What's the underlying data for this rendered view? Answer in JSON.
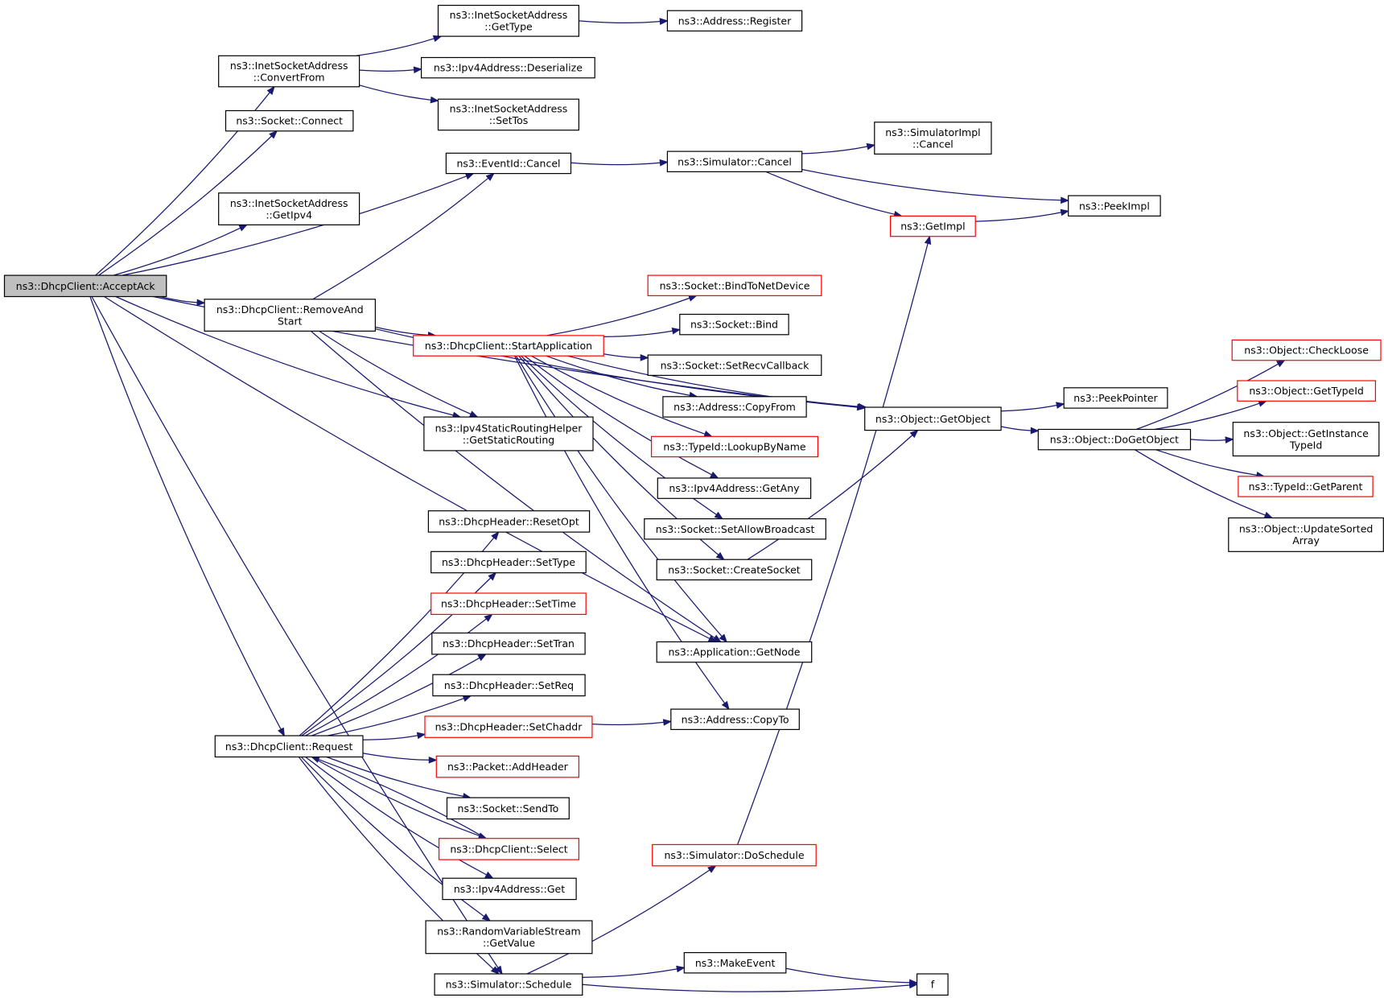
{
  "colors": {
    "edge": "#191970",
    "normal_border": "#000000",
    "truncated_border": "#ff0000",
    "root_fill": "#bfbfbf",
    "node_fill": "#ffffff"
  },
  "nodes": {
    "accept_ack": {
      "lines": [
        "ns3::DhcpClient::AcceptAck"
      ],
      "style": "root"
    },
    "inet_convertfrom": {
      "lines": [
        "ns3::InetSocketAddress",
        "::ConvertFrom"
      ],
      "style": "normal"
    },
    "inet_gettype": {
      "lines": [
        "ns3::InetSocketAddress",
        "::GetType"
      ],
      "style": "normal"
    },
    "addr_register": {
      "lines": [
        "ns3::Address::Register"
      ],
      "style": "normal"
    },
    "ipv4_deserialize": {
      "lines": [
        "ns3::Ipv4Address::Deserialize"
      ],
      "style": "normal"
    },
    "inet_settos": {
      "lines": [
        "ns3::InetSocketAddress",
        "::SetTos"
      ],
      "style": "normal"
    },
    "socket_connect": {
      "lines": [
        "ns3::Socket::Connect"
      ],
      "style": "normal"
    },
    "simimpl_cancel": {
      "lines": [
        "ns3::SimulatorImpl",
        "::Cancel"
      ],
      "style": "normal"
    },
    "eventid_cancel": {
      "lines": [
        "ns3::EventId::Cancel"
      ],
      "style": "normal"
    },
    "sim_cancel": {
      "lines": [
        "ns3::Simulator::Cancel"
      ],
      "style": "normal"
    },
    "inet_getipv4": {
      "lines": [
        "ns3::InetSocketAddress",
        "::GetIpv4"
      ],
      "style": "normal"
    },
    "peekimpl": {
      "lines": [
        "ns3::PeekImpl"
      ],
      "style": "normal"
    },
    "getimpl": {
      "lines": [
        "ns3::GetImpl"
      ],
      "style": "truncated"
    },
    "removeandstart": {
      "lines": [
        "ns3::DhcpClient::RemoveAnd",
        "Start"
      ],
      "style": "normal"
    },
    "bindtonetdevice": {
      "lines": [
        "ns3::Socket::BindToNetDevice"
      ],
      "style": "truncated"
    },
    "socket_bind": {
      "lines": [
        "ns3::Socket::Bind"
      ],
      "style": "normal"
    },
    "startapplication": {
      "lines": [
        "ns3::DhcpClient::StartApplication"
      ],
      "style": "truncated"
    },
    "setrecvcallback": {
      "lines": [
        "ns3::Socket::SetRecvCallback"
      ],
      "style": "normal"
    },
    "addr_copyfrom": {
      "lines": [
        "ns3::Address::CopyFrom"
      ],
      "style": "normal"
    },
    "typeid_lookup": {
      "lines": [
        "ns3::TypeId::LookupByName"
      ],
      "style": "truncated"
    },
    "getstaticrouting": {
      "lines": [
        "ns3::Ipv4StaticRoutingHelper",
        "::GetStaticRouting"
      ],
      "style": "normal"
    },
    "ipv4_getany": {
      "lines": [
        "ns3::Ipv4Address::GetAny"
      ],
      "style": "normal"
    },
    "setallowbroadcast": {
      "lines": [
        "ns3::Socket::SetAllowBroadcast"
      ],
      "style": "normal"
    },
    "createsocket": {
      "lines": [
        "ns3::Socket::CreateSocket"
      ],
      "style": "normal"
    },
    "app_getnode": {
      "lines": [
        "ns3::Application::GetNode"
      ],
      "style": "normal"
    },
    "addr_copyto": {
      "lines": [
        "ns3::Address::CopyTo"
      ],
      "style": "normal"
    },
    "obj_getobject": {
      "lines": [
        "ns3::Object::GetObject"
      ],
      "style": "normal"
    },
    "peekpointer": {
      "lines": [
        "ns3::PeekPointer"
      ],
      "style": "normal"
    },
    "dogetobject": {
      "lines": [
        "ns3::Object::DoGetObject"
      ],
      "style": "normal"
    },
    "checkloose": {
      "lines": [
        "ns3::Object::CheckLoose"
      ],
      "style": "truncated"
    },
    "obj_gettypeid": {
      "lines": [
        "ns3::Object::GetTypeId"
      ],
      "style": "truncated"
    },
    "getinstancetypeid": {
      "lines": [
        "ns3::Object::GetInstance",
        "TypeId"
      ],
      "style": "normal"
    },
    "typeid_getparent": {
      "lines": [
        "ns3::TypeId::GetParent"
      ],
      "style": "truncated"
    },
    "updatesortedarray": {
      "lines": [
        "ns3::Object::UpdateSorted",
        "Array"
      ],
      "style": "normal"
    },
    "resetopt": {
      "lines": [
        "ns3::DhcpHeader::ResetOpt"
      ],
      "style": "normal"
    },
    "settype": {
      "lines": [
        "ns3::DhcpHeader::SetType"
      ],
      "style": "normal"
    },
    "settime": {
      "lines": [
        "ns3::DhcpHeader::SetTime"
      ],
      "style": "truncated"
    },
    "settran": {
      "lines": [
        "ns3::DhcpHeader::SetTran"
      ],
      "style": "normal"
    },
    "setreq": {
      "lines": [
        "ns3::DhcpHeader::SetReq"
      ],
      "style": "normal"
    },
    "setchaddr": {
      "lines": [
        "ns3::DhcpHeader::SetChaddr"
      ],
      "style": "truncated"
    },
    "request": {
      "lines": [
        "ns3::DhcpClient::Request"
      ],
      "style": "normal"
    },
    "addheader": {
      "lines": [
        "ns3::Packet::AddHeader"
      ],
      "style": "truncated"
    },
    "sendto": {
      "lines": [
        "ns3::Socket::SendTo"
      ],
      "style": "normal"
    },
    "select": {
      "lines": [
        "ns3::DhcpClient::Select"
      ],
      "style": "truncated"
    },
    "ipv4_get": {
      "lines": [
        "ns3::Ipv4Address::Get"
      ],
      "style": "normal"
    },
    "rvs_getvalue": {
      "lines": [
        "ns3::RandomVariableStream",
        "::GetValue"
      ],
      "style": "normal"
    },
    "doschedule": {
      "lines": [
        "ns3::Simulator::DoSchedule"
      ],
      "style": "truncated"
    },
    "sim_schedule": {
      "lines": [
        "ns3::Simulator::Schedule"
      ],
      "style": "normal"
    },
    "makeevent": {
      "lines": [
        "ns3::MakeEvent"
      ],
      "style": "normal"
    },
    "f": {
      "lines": [
        "f"
      ],
      "style": "normal"
    }
  },
  "edges": [
    [
      "accept_ack",
      "inet_convertfrom"
    ],
    [
      "accept_ack",
      "socket_connect"
    ],
    [
      "accept_ack",
      "eventid_cancel"
    ],
    [
      "accept_ack",
      "inet_getipv4"
    ],
    [
      "accept_ack",
      "obj_getobject"
    ],
    [
      "accept_ack",
      "removeandstart"
    ],
    [
      "accept_ack",
      "getstaticrouting"
    ],
    [
      "accept_ack",
      "app_getnode"
    ],
    [
      "accept_ack",
      "request"
    ],
    [
      "accept_ack",
      "sim_schedule"
    ],
    [
      "inet_convertfrom",
      "inet_gettype"
    ],
    [
      "inet_convertfrom",
      "ipv4_deserialize"
    ],
    [
      "inet_convertfrom",
      "inet_settos"
    ],
    [
      "inet_gettype",
      "addr_register"
    ],
    [
      "eventid_cancel",
      "sim_cancel"
    ],
    [
      "sim_cancel",
      "simimpl_cancel"
    ],
    [
      "sim_cancel",
      "peekimpl"
    ],
    [
      "sim_cancel",
      "getimpl"
    ],
    [
      "getimpl",
      "peekimpl"
    ],
    [
      "removeandstart",
      "eventid_cancel"
    ],
    [
      "removeandstart",
      "obj_getobject"
    ],
    [
      "removeandstart",
      "startapplication"
    ],
    [
      "removeandstart",
      "getstaticrouting"
    ],
    [
      "removeandstart",
      "app_getnode"
    ],
    [
      "startapplication",
      "bindtonetdevice"
    ],
    [
      "startapplication",
      "socket_bind"
    ],
    [
      "startapplication",
      "setrecvcallback"
    ],
    [
      "startapplication",
      "addr_copyfrom"
    ],
    [
      "startapplication",
      "typeid_lookup"
    ],
    [
      "startapplication",
      "ipv4_getany"
    ],
    [
      "startapplication",
      "setallowbroadcast"
    ],
    [
      "startapplication",
      "createsocket"
    ],
    [
      "startapplication",
      "app_getnode"
    ],
    [
      "startapplication",
      "obj_getobject"
    ],
    [
      "startapplication",
      "addr_copyto"
    ],
    [
      "createsocket",
      "obj_getobject"
    ],
    [
      "obj_getobject",
      "peekpointer"
    ],
    [
      "obj_getobject",
      "dogetobject"
    ],
    [
      "dogetobject",
      "checkloose"
    ],
    [
      "dogetobject",
      "obj_gettypeid"
    ],
    [
      "dogetobject",
      "getinstancetypeid"
    ],
    [
      "dogetobject",
      "typeid_getparent"
    ],
    [
      "dogetobject",
      "updatesortedarray"
    ],
    [
      "request",
      "resetopt"
    ],
    [
      "request",
      "settype"
    ],
    [
      "request",
      "settime"
    ],
    [
      "request",
      "settran"
    ],
    [
      "request",
      "setreq"
    ],
    [
      "request",
      "setchaddr"
    ],
    [
      "request",
      "addheader"
    ],
    [
      "request",
      "sendto"
    ],
    [
      "request",
      "select"
    ],
    [
      "request",
      "ipv4_get"
    ],
    [
      "request",
      "rvs_getvalue"
    ],
    [
      "request",
      "sim_schedule"
    ],
    [
      "select",
      "request"
    ],
    [
      "setchaddr",
      "addr_copyto"
    ],
    [
      "sim_schedule",
      "doschedule"
    ],
    [
      "sim_schedule",
      "makeevent"
    ],
    [
      "sim_schedule",
      "f"
    ],
    [
      "makeevent",
      "f"
    ],
    [
      "doschedule",
      "getimpl"
    ]
  ]
}
